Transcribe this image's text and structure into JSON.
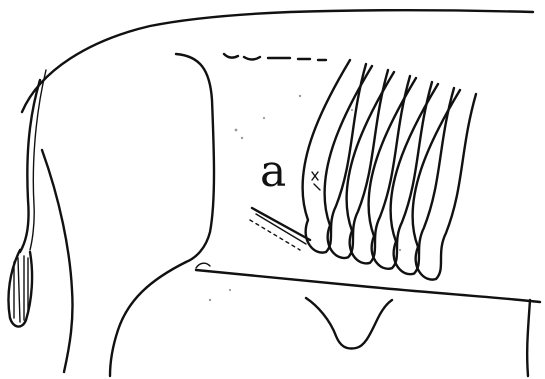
{
  "figure": {
    "label": "a",
    "ink_color": "#111111",
    "background_color": "#ffffff",
    "parts": {
      "back_outline": "cow-back-outline",
      "tail": "cow-tail",
      "rib_count": 6,
      "incision_line": "incision-line",
      "udder": "udder"
    }
  }
}
